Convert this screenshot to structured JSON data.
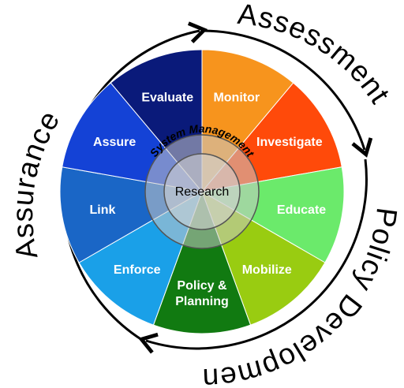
{
  "outer_labels": {
    "assessment": "Assessment",
    "policy_development": "Policy Development",
    "assurance": "Assurance"
  },
  "segments": [
    {
      "label": "Monitor",
      "color": "#f7941d"
    },
    {
      "label": "Investigate",
      "color": "#ff4a0a"
    },
    {
      "label": "Educate",
      "color": "#6bea6b"
    },
    {
      "label": "Mobilize",
      "color": "#99cc11"
    },
    {
      "label": "Policy & Planning",
      "color": "#117a11"
    },
    {
      "label": "Enforce",
      "color": "#1aa0e8"
    },
    {
      "label": "Link",
      "color": "#1a66c6"
    },
    {
      "label": "Assure",
      "color": "#1442d6"
    },
    {
      "label": "Evaluate",
      "color": "#0a1a7a"
    }
  ],
  "center": {
    "arc_text": "System Management",
    "label": "Research"
  }
}
